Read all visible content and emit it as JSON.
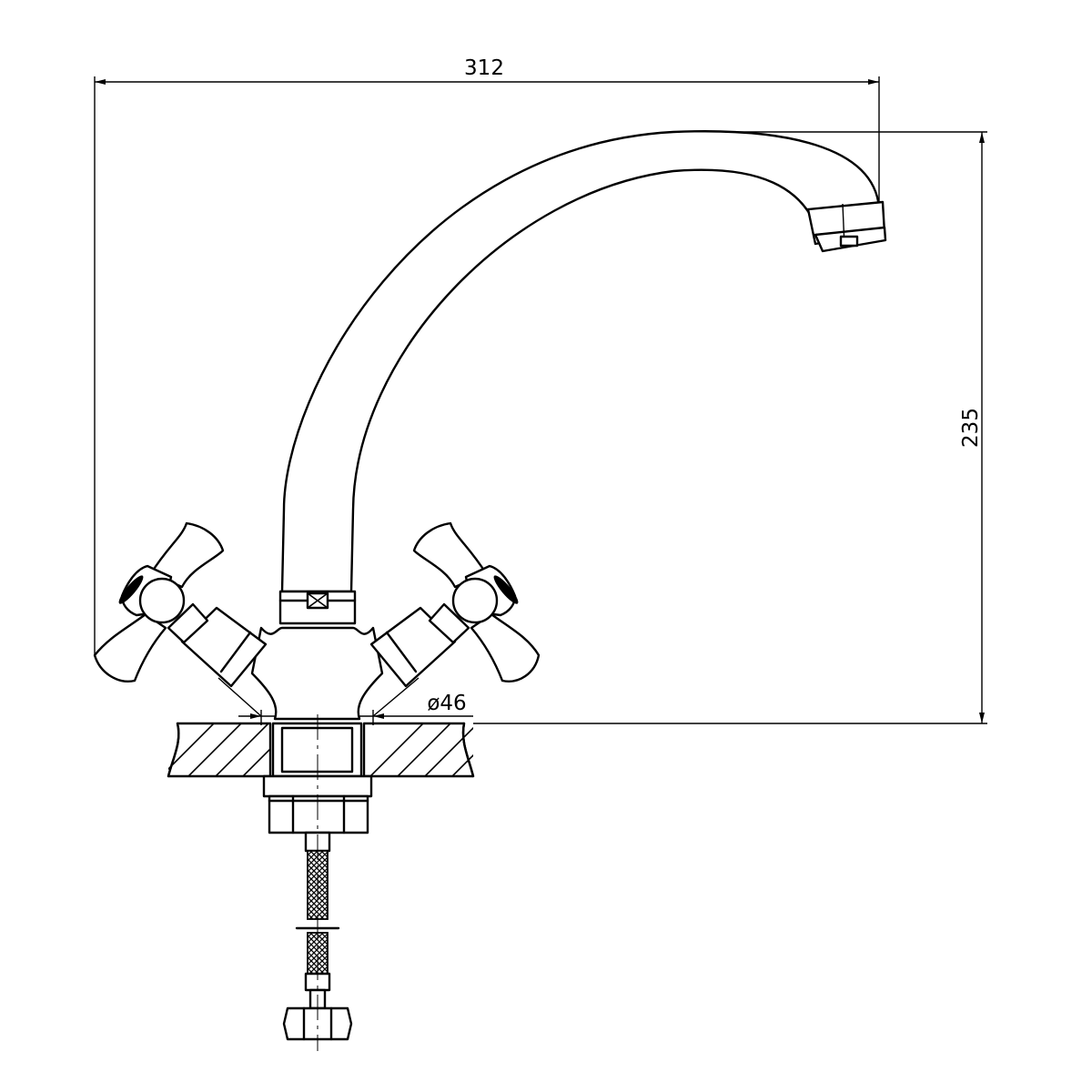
{
  "dimensions": {
    "width_label": "312",
    "height_label": "235",
    "diameter_label": "ø46"
  },
  "colors": {
    "line": "#000000",
    "background": "#ffffff"
  }
}
